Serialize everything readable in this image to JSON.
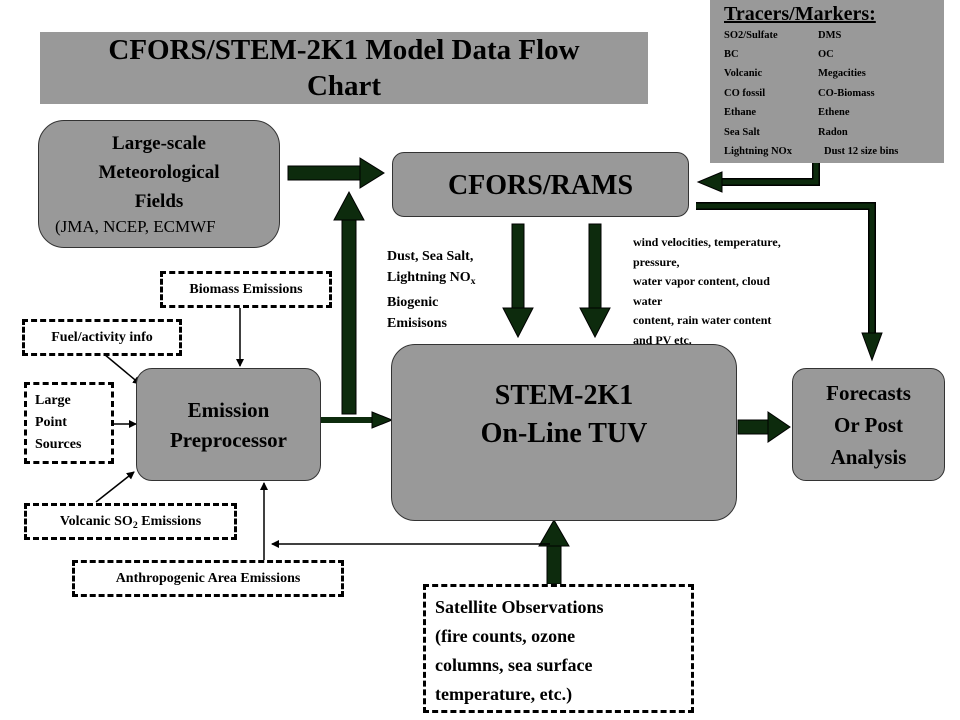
{
  "title": {
    "line1": "CFORS/STEM-2K1 Model Data Flow",
    "line2": "Chart"
  },
  "tracers": {
    "title": "Tracers/Markers:",
    "rows": [
      [
        "SO2/Sulfate",
        "DMS"
      ],
      [
        "BC",
        "OC"
      ],
      [
        "Volcanic",
        "Megacities"
      ],
      [
        "CO fossil",
        "CO-Biomass"
      ],
      [
        "Ethane",
        "Ethene"
      ],
      [
        "Sea Salt",
        "Radon"
      ],
      [
        "Lightning NOx",
        "Dust 12 size bins"
      ]
    ]
  },
  "met_fields": {
    "line1": "Large-scale",
    "line2": "Meteorological",
    "line3": "Fields",
    "line4": "(JMA, NCEP, ECMWF"
  },
  "cfors_rams": "CFORS/RAMS",
  "stem": {
    "line1": "STEM-2K1",
    "line2": "On-Line TUV"
  },
  "emission_preprocessor": {
    "line1": "Emission",
    "line2": "Preprocessor"
  },
  "forecasts": {
    "line1": "Forecasts",
    "line2": "Or Post",
    "line3": "Analysis"
  },
  "biomass": "Biomass Emissions",
  "fuel": "Fuel/activity info",
  "point_sources": {
    "line1": "Large",
    "line2": "Point",
    "line3": "Sources"
  },
  "volcanic": {
    "prefix": "Volcanic SO",
    "sub": "2",
    "suffix": " Emissions"
  },
  "anthropogenic": "Anthropogenic Area Emissions",
  "satellite": {
    "line1": "Satellite Observations",
    "line2": "(fire counts, ozone",
    "line3": "columns, sea surface",
    "line4": "temperature, etc.)"
  },
  "dust_label": {
    "line1": "Dust, Sea Salt,",
    "line2": "Lightning NO",
    "line2_sub": "x",
    "line3": "Biogenic",
    "line4": "Emisisons"
  },
  "met_label": {
    "line1": "wind velocities, temperature,",
    "line2": "pressure,",
    "line3": "water vapor content, cloud",
    "line4": "water",
    "line5": "content, rain water content",
    "line6": "and PV etc."
  },
  "colors": {
    "box_gray": "#999999",
    "arrow_green": "#0d2b0d"
  }
}
